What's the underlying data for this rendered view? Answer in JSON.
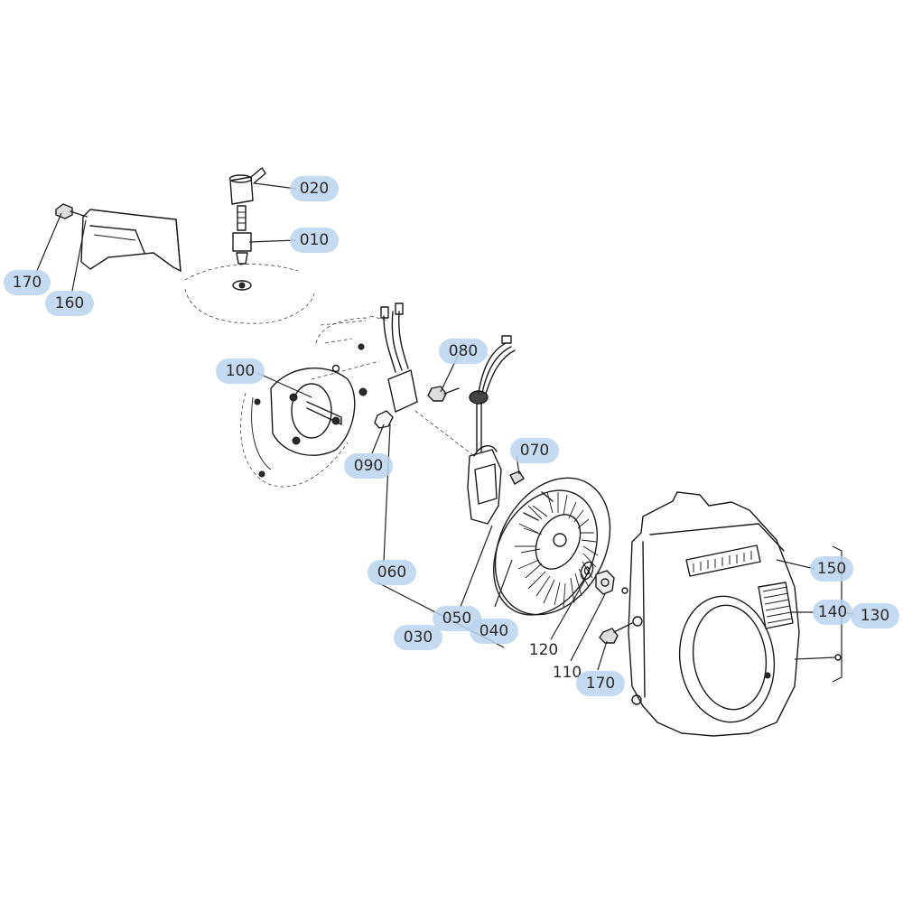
{
  "callouts": [
    {
      "id": "010",
      "label": "010",
      "highlighted": true
    },
    {
      "id": "020",
      "label": "020",
      "highlighted": true
    },
    {
      "id": "030",
      "label": "030",
      "highlighted": true
    },
    {
      "id": "040",
      "label": "040",
      "highlighted": true
    },
    {
      "id": "050",
      "label": "050",
      "highlighted": true
    },
    {
      "id": "060",
      "label": "060",
      "highlighted": true
    },
    {
      "id": "070",
      "label": "070",
      "highlighted": true
    },
    {
      "id": "080",
      "label": "080",
      "highlighted": true
    },
    {
      "id": "090",
      "label": "090",
      "highlighted": true
    },
    {
      "id": "100",
      "label": "100",
      "highlighted": true
    },
    {
      "id": "110",
      "label": "110",
      "highlighted": false
    },
    {
      "id": "120",
      "label": "120",
      "highlighted": false
    },
    {
      "id": "130",
      "label": "130",
      "highlighted": true
    },
    {
      "id": "140",
      "label": "140",
      "highlighted": true
    },
    {
      "id": "150",
      "label": "150",
      "highlighted": true
    },
    {
      "id": "160",
      "label": "160",
      "highlighted": true
    },
    {
      "id": "170a",
      "label": "170",
      "highlighted": true
    },
    {
      "id": "170b",
      "label": "170",
      "highlighted": true
    }
  ],
  "colors": {
    "highlight": "#b9d3ee",
    "line": "#1a1a1a",
    "background": "#ffffff"
  }
}
